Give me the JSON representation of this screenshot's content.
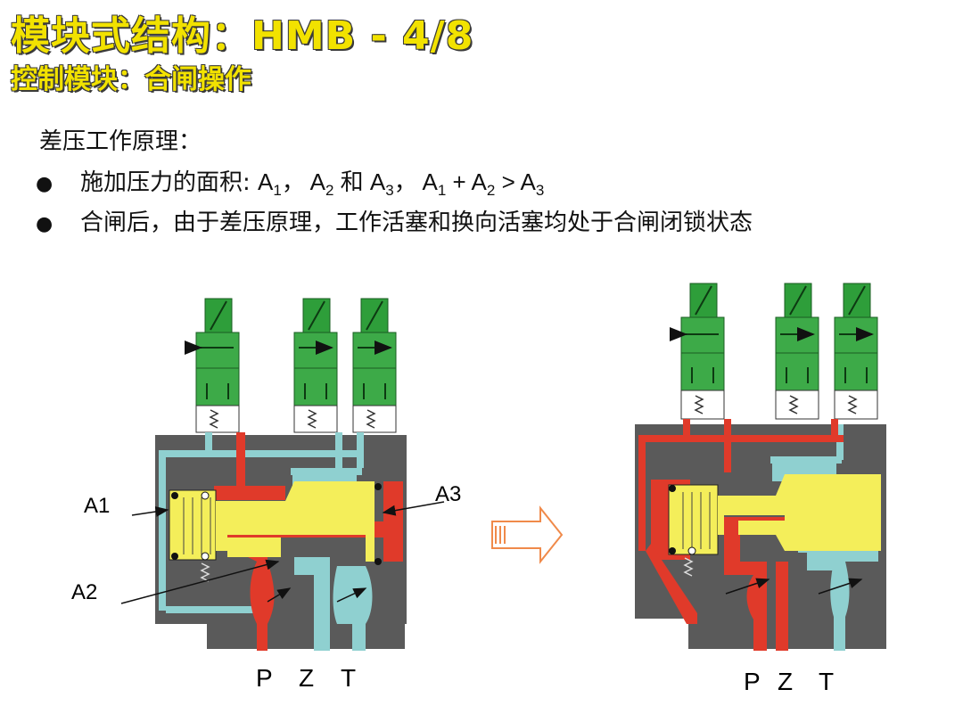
{
  "header": {
    "title": "模块式结构：HMB - 4/8",
    "subtitle": "控制模块：合闸操作"
  },
  "body": {
    "heading": "差压工作原理：",
    "bullet1": {
      "prefix": "施加压力的面积: ",
      "a": "A",
      "s1": "1",
      "comma1": "，  ",
      "s2": "2",
      "he": " 和 ",
      "s3": "3",
      "comma2": "，  ",
      "plus": " + ",
      "gt": " > "
    },
    "bullet2": "合闸后，由于差压原理，工作活塞和换向活塞均处于合闸闭锁状态"
  },
  "diagram_left": {
    "labels": {
      "a1": "A1",
      "a2": "A2",
      "a3": "A3"
    },
    "ports": {
      "p": "P",
      "z": "Z",
      "t": "T"
    }
  },
  "diagram_right": {
    "ports": {
      "p": "P",
      "z": "Z",
      "t": "T"
    }
  },
  "colors": {
    "title": "#f2e200",
    "body_gray": "#5a5a5a",
    "low_pressure": "#8fd0d0",
    "high_pressure": "#e03a2a",
    "piston": "#f4ee5a",
    "valve": "#2e9e3a",
    "arrow": "#f08a4a"
  }
}
